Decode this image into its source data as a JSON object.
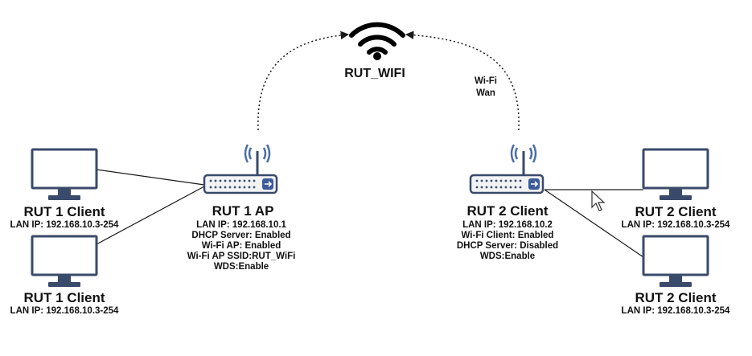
{
  "wifi": {
    "name": "RUT_WIFI",
    "icon": "wifi-icon"
  },
  "wan_label": [
    "Wi-Fi",
    "Wan"
  ],
  "rut1_ap": {
    "title": "RUT 1 AP",
    "details": [
      "LAN IP: 192.168.10.1",
      "DHCP Server: Enabled",
      "Wi-Fi AP: Enabled",
      "Wi-Fi AP SSID:RUT_WiFi",
      "WDS:Enable"
    ]
  },
  "rut2_client": {
    "title": "RUT 2 Client",
    "details": [
      "LAN IP: 192.168.10.2",
      "Wi-Fi Client: Enabled",
      "DHCP Server: Disabled",
      "WDS:Enable"
    ]
  },
  "clients": {
    "rut1_top": {
      "title": "RUT 1 Client",
      "ip": "LAN IP: 192.168.10.3-254"
    },
    "rut1_bottom": {
      "title": "RUT 1 Client",
      "ip": "LAN IP: 192.168.10.3-254"
    },
    "rut2_top": {
      "title": "RUT 2 Client",
      "ip": "LAN IP: 192.168.10.3-254"
    },
    "rut2_bottom": {
      "title": "RUT 2 Client",
      "ip": "LAN IP: 192.168.10.3-254"
    }
  },
  "colors": {
    "device_stroke": "#3a4a6a",
    "device_fill": "#f2f3f5",
    "antenna_blue": "#4a6fa5",
    "line": "#1a1a1a",
    "arrow_badge": "#3b5b9a"
  }
}
